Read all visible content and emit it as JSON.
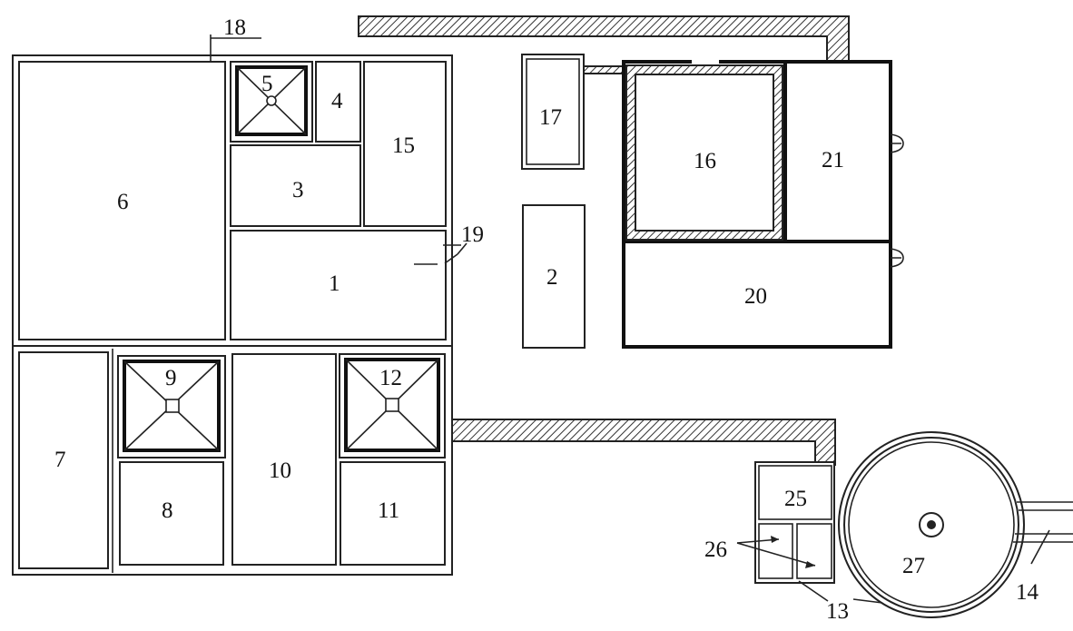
{
  "labels": {
    "n1": "1",
    "n2": "2",
    "n3": "3",
    "n4": "4",
    "n5": "5",
    "n6": "6",
    "n7": "7",
    "n8": "8",
    "n9": "9",
    "n10": "10",
    "n11": "11",
    "n12": "12",
    "n13": "13",
    "n14": "14",
    "n15": "15",
    "n16": "16",
    "n17": "17",
    "n18": "18",
    "n19": "19",
    "n20": "20",
    "n21": "21",
    "n25": "25",
    "n26": "26",
    "n27": "27"
  }
}
